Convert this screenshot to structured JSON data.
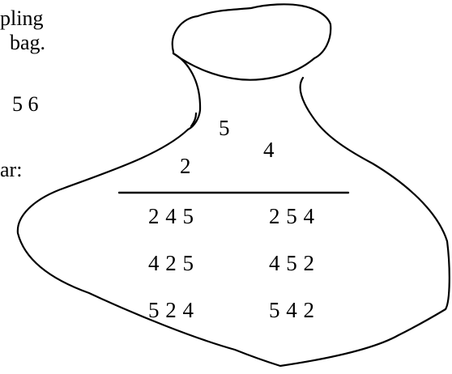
{
  "left_text": {
    "line1": "pling",
    "line2": "bag.",
    "line3": "5 6",
    "line4": "ar:"
  },
  "bag": {
    "chosen_items": [
      "5",
      "4",
      "2"
    ],
    "arrangements": [
      [
        "2 4 5",
        "2 5 4"
      ],
      [
        "4 2 5",
        "4 5 2"
      ],
      [
        "5 2 4",
        "5 4 2"
      ]
    ]
  }
}
